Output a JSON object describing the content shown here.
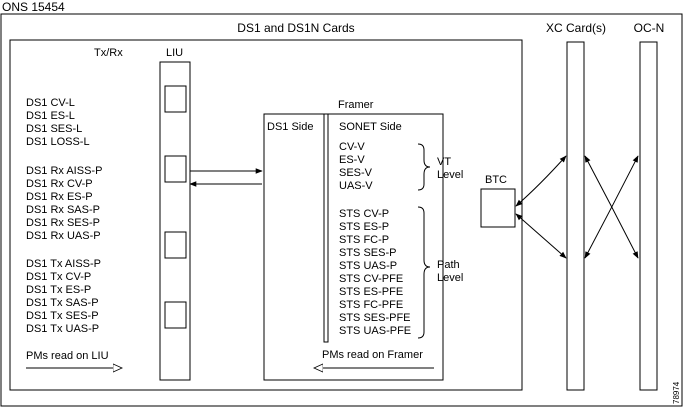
{
  "diagram": {
    "outer_label": "ONS 15454",
    "cards_title": "DS1 and DS1N Cards",
    "xc_title": "XC Card(s)",
    "ocn_title": "OC-N",
    "txrx_label": "Tx/Rx",
    "liu_label": "LIU",
    "framer_label": "Framer",
    "ds1_side_label": "DS1 Side",
    "sonet_side_label": "SONET Side",
    "btc_label": "BTC",
    "line_pms_group1": [
      "DS1 CV-L",
      "DS1 ES-L",
      "DS1 SES-L",
      "DS1 LOSS-L"
    ],
    "rx_pms": [
      "DS1 Rx AISS-P",
      "DS1 Rx CV-P",
      "DS1 Rx ES-P",
      "DS1 Rx SAS-P",
      "DS1 Rx SES-P",
      "DS1 Rx UAS-P"
    ],
    "tx_pms": [
      "DS1 Tx AISS-P",
      "DS1 Tx CV-P",
      "DS1 Tx ES-P",
      "DS1 Tx SAS-P",
      "DS1 Tx SES-P",
      "DS1 Tx UAS-P"
    ],
    "vt_pms": [
      "CV-V",
      "ES-V",
      "SES-V",
      "UAS-V"
    ],
    "vt_level_label": [
      "VT",
      "Level"
    ],
    "path_pms": [
      "STS CV-P",
      "STS ES-P",
      "STS FC-P",
      "STS SES-P",
      "STS UAS-P",
      "STS CV-PFE",
      "STS ES-PFE",
      "STS FC-PFE",
      "STS SES-PFE",
      "STS UAS-PFE"
    ],
    "path_level_label": [
      "Path",
      "Level"
    ],
    "liu_read_label": "PMs read on LIU",
    "framer_read_label": "PMs read on Framer",
    "figure_id": "78974"
  }
}
